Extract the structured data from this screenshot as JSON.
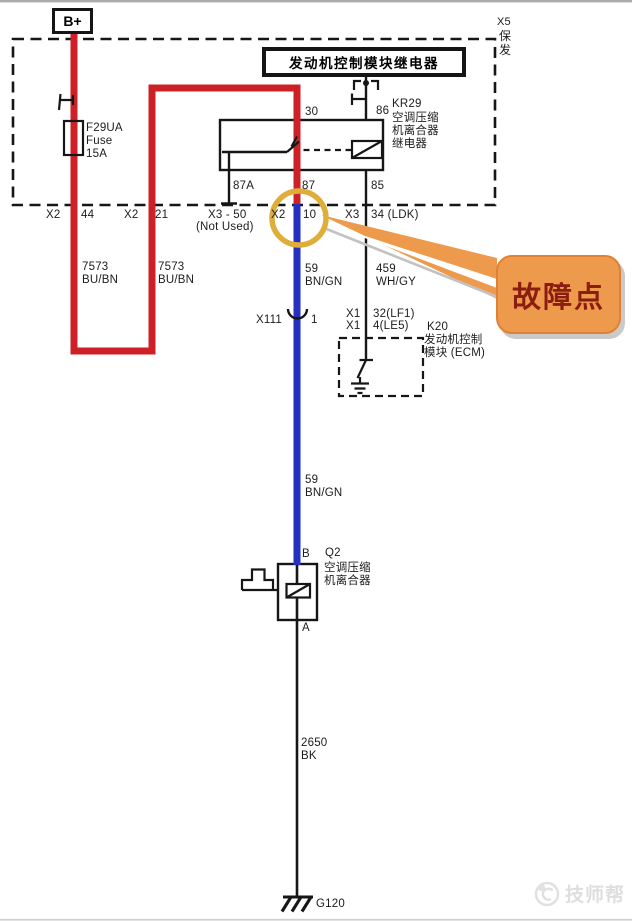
{
  "battery": {
    "label": "B+"
  },
  "engine_fusebox": {
    "connector": "X5",
    "location": "保\n发",
    "fuse": "F29UA\nFuse\n15A",
    "relay_box_title": "发动机控制模块继电器"
  },
  "kr29_relay": {
    "id": "KR29",
    "name": "空调压缩\n机离合器\n继电器",
    "pin_30": "30",
    "pin_86": "86",
    "pin_87a": "87A",
    "pin_87": "87",
    "pin_85": "85"
  },
  "connector_row": {
    "left_conn": "X2",
    "left_pin": "44",
    "mid_conn": "X2",
    "mid_pin": "21",
    "unused_conn": "X3 - 50",
    "unused_note": "(Not Used)",
    "out_conn": "X2",
    "out_pin": "10",
    "ldk_conn": "X3",
    "ldk_pin": "34 (LDK)"
  },
  "wires": {
    "batt_feed_1": "7573\nBU/BN",
    "batt_feed_2": "7573\nBU/BN",
    "clutch_feed_upper": "59\nBN/GN",
    "relay_control": "459\nWH/GY",
    "clutch_feed_lower": "59\nBN/GN",
    "ground_wire": "2650\nBK"
  },
  "inline_connector": {
    "id": "X111",
    "pin": "1"
  },
  "k20_ecm": {
    "conn_a": "X1",
    "pin_a": "32(LF1)",
    "conn_b": "X1",
    "pin_b": "4(LE5)",
    "id": "K20",
    "name": "发动机控制\n模块 (ECM)"
  },
  "q2_clutch": {
    "terminal_b": "B",
    "id": "Q2",
    "name": "空调压缩\n机离合器",
    "terminal_a": "A"
  },
  "ground": {
    "id": "G120"
  },
  "callout": {
    "label": "故障点"
  },
  "watermark": {
    "brand": "技师帮"
  },
  "colors": {
    "power_red": "#ce2127",
    "signal_blue": "#2530c0",
    "highlight_yellow": "#dfae3a",
    "callout_orange": "#ee9a4c",
    "callout_border": "#de8137",
    "callout_text": "#8b1d10"
  }
}
